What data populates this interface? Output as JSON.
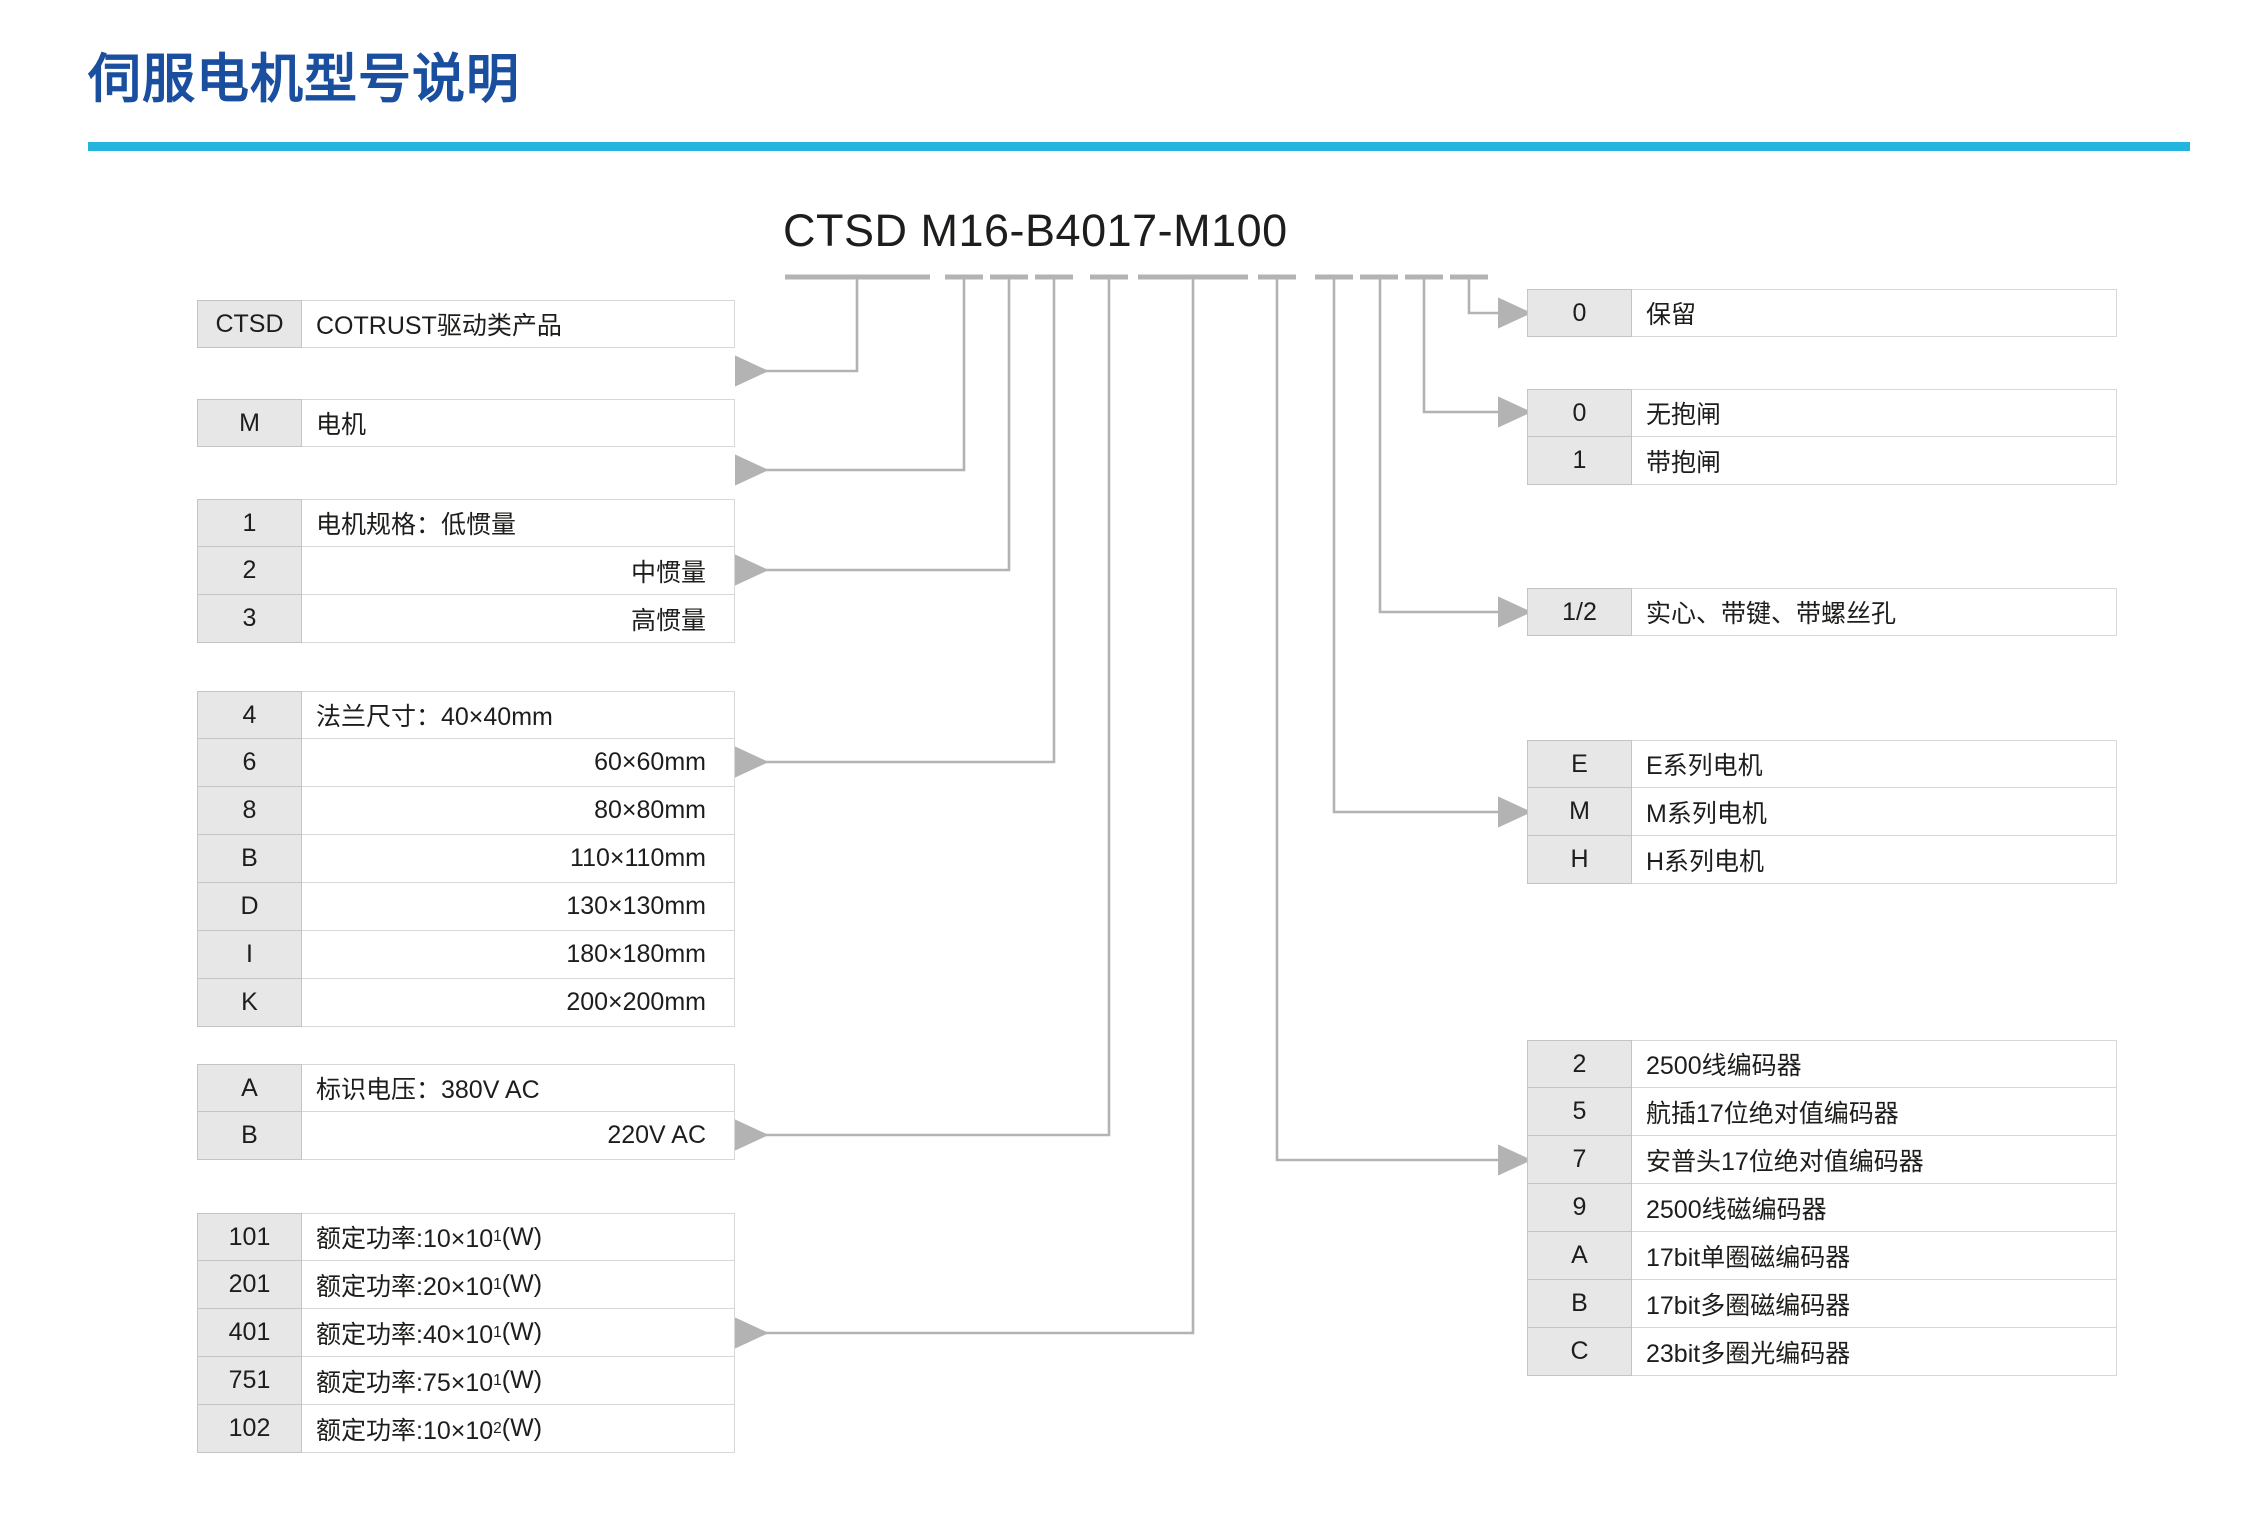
{
  "title": "伺服电机型号说明",
  "model_code": "CTSD M16-B4017-M100",
  "colors": {
    "title_blue": "#1a4fa0",
    "rule_cyan": "#25b4dd",
    "code_cell_bg": "#e7e7e7",
    "wire_gray": "#b3b3b3",
    "text": "#1d1d1b"
  },
  "left_tables": [
    {
      "name": "product-type",
      "rows": [
        {
          "code": "CTSD",
          "desc": "COTRUST驱动类产品",
          "align": "left"
        }
      ]
    },
    {
      "name": "device-type",
      "rows": [
        {
          "code": "M",
          "desc": "电机",
          "align": "left"
        }
      ]
    },
    {
      "name": "motor-spec-inertia",
      "rows": [
        {
          "code": "1",
          "desc": "电机规格：低惯量",
          "align": "left"
        },
        {
          "code": "2",
          "desc": "中惯量",
          "align": "right"
        },
        {
          "code": "3",
          "desc": "高惯量",
          "align": "right"
        }
      ]
    },
    {
      "name": "flange-size",
      "rows": [
        {
          "code": "4",
          "desc": "法兰尺寸：40×40mm",
          "align": "left"
        },
        {
          "code": "6",
          "desc": "60×60mm",
          "align": "right"
        },
        {
          "code": "8",
          "desc": "80×80mm",
          "align": "right"
        },
        {
          "code": "B",
          "desc": "110×110mm",
          "align": "right"
        },
        {
          "code": "D",
          "desc": "130×130mm",
          "align": "right"
        },
        {
          "code": "I",
          "desc": "180×180mm",
          "align": "right"
        },
        {
          "code": "K",
          "desc": "200×200mm",
          "align": "right"
        }
      ]
    },
    {
      "name": "rated-voltage",
      "rows": [
        {
          "code": "A",
          "desc": "标识电压：380V AC",
          "align": "left"
        },
        {
          "code": "B",
          "desc": "220V AC",
          "align": "right"
        }
      ]
    },
    {
      "name": "rated-power",
      "rows": [
        {
          "code": "101",
          "desc": "额定功率:10×10<sup>1</sup>(W)",
          "align": "left",
          "html": true
        },
        {
          "code": "201",
          "desc": "额定功率:20×10<sup>1</sup>(W)",
          "align": "left",
          "html": true
        },
        {
          "code": "401",
          "desc": "额定功率:40×10<sup>1</sup>(W)",
          "align": "left",
          "html": true
        },
        {
          "code": "751",
          "desc": "额定功率:75×10<sup>1</sup>(W)",
          "align": "left",
          "html": true
        },
        {
          "code": "102",
          "desc": "额定功率:10×10<sup>2</sup>(W)",
          "align": "left",
          "html": true
        }
      ]
    }
  ],
  "right_tables": [
    {
      "name": "reserved",
      "rows": [
        {
          "code": "0",
          "desc": "保留"
        }
      ]
    },
    {
      "name": "brake-option",
      "rows": [
        {
          "code": "0",
          "desc": "无抱闸"
        },
        {
          "code": "1",
          "desc": "带抱闸"
        }
      ]
    },
    {
      "name": "shaft-type",
      "rows": [
        {
          "code": "1/2",
          "desc": "实心、带键、带螺丝孔"
        }
      ]
    },
    {
      "name": "motor-series",
      "rows": [
        {
          "code": "E",
          "desc": "E系列电机"
        },
        {
          "code": "M",
          "desc": "M系列电机"
        },
        {
          "code": "H",
          "desc": "H系列电机"
        }
      ]
    },
    {
      "name": "encoder-type",
      "rows": [
        {
          "code": "2",
          "desc": "2500线编码器"
        },
        {
          "code": "5",
          "desc": "航插17位绝对值编码器"
        },
        {
          "code": "7",
          "desc": "安普头17位绝对值编码器"
        },
        {
          "code": "9",
          "desc": "2500线磁编码器"
        },
        {
          "code": "A",
          "desc": "17bit单圈磁编码器"
        },
        {
          "code": "B",
          "desc": "17bit多圈磁编码器"
        },
        {
          "code": "C",
          "desc": "23bit多圈光编码器"
        }
      ]
    }
  ]
}
